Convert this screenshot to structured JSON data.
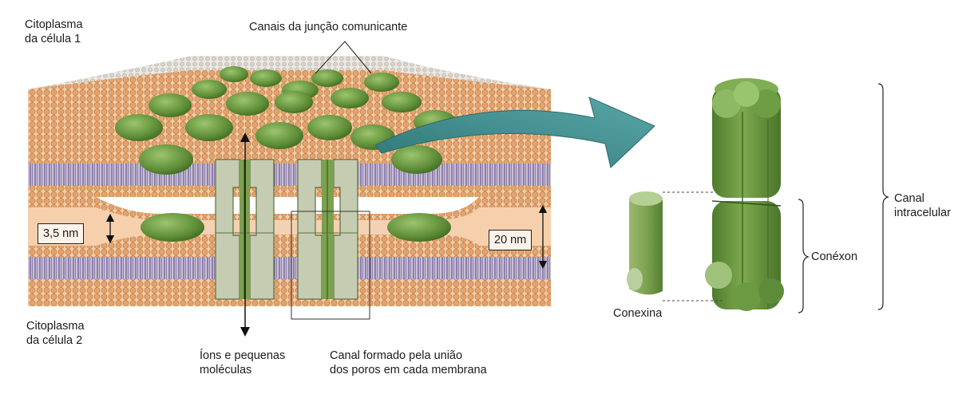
{
  "labels": {
    "cytoplasm_1": [
      "Citoplasma",
      "da célula 1"
    ],
    "gap_junction_channels": "Canais da junção comunicante",
    "cytoplasm_2": [
      "Citoplasma",
      "da célula 2"
    ],
    "gap_width": "3,5 nm",
    "membrane_thickness": "20 nm",
    "ions_molecules": [
      "Íons e pequenas",
      "moléculas"
    ],
    "channel_formed": [
      "Canal formado pela união",
      "dos poros em cada membrana"
    ],
    "connexin": "Conexina",
    "connexon": "Conéxon",
    "intercellular_channel": [
      "Canal",
      "intracelular"
    ]
  },
  "colors": {
    "lipid_head": "#e2a06e",
    "lipid_tail": "#8b7fa8",
    "cytoplasm_fill": "#f4c9a4",
    "protein_green": "#6d9a45",
    "protein_green_dark": "#4d7a2e",
    "pore_gray": "#c8cfb6",
    "arrow_teal": "#3f8c8c",
    "top_layer": "#d8d4cc"
  }
}
